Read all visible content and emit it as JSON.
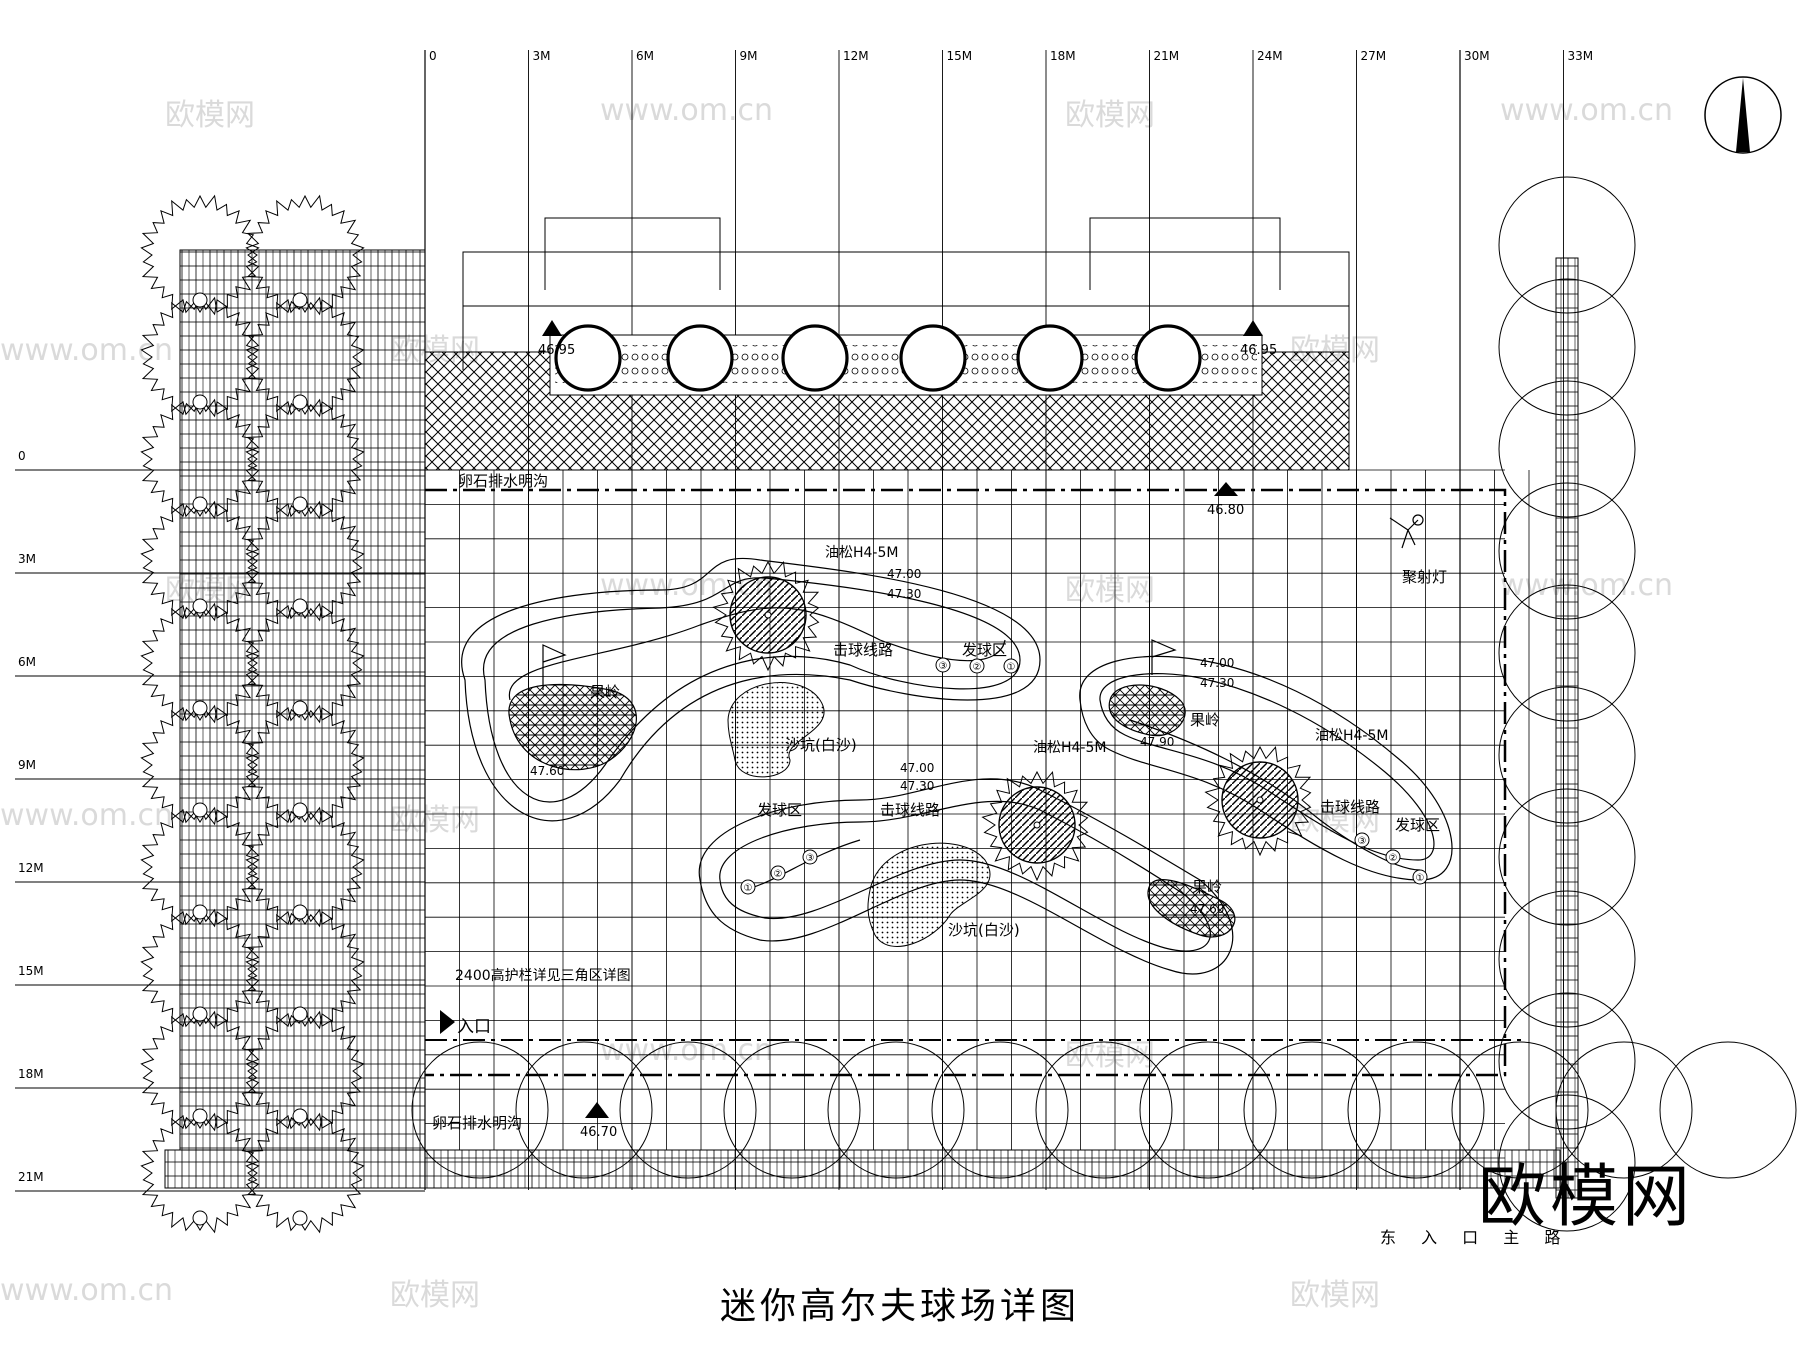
{
  "title": "迷你高尔夫球场详图",
  "top_axis_labels": [
    "0",
    "3M",
    "6M",
    "9M",
    "12M",
    "15M",
    "18M",
    "21M",
    "24M",
    "27M",
    "30M",
    "33M"
  ],
  "left_axis_labels": [
    "0",
    "3M",
    "6M",
    "9M",
    "12M",
    "15M",
    "18M",
    "21M"
  ],
  "elevations": {
    "top_left": "46.95",
    "top_right": "46.95",
    "mid": "46.80",
    "bottom": "46.70"
  },
  "annotations": {
    "drain_top": "卵石排水明沟",
    "drain_bottom": "卵石排水明沟",
    "fence": "2400高护栏详见三角区详图",
    "entrance": "入口",
    "spotlight": "聚射灯",
    "east_road": "东 入 口 主 路"
  },
  "holes": [
    {
      "pine": "油松H4-5M",
      "contour_a": "47.00",
      "contour_b": "47.30",
      "route": "击球线路",
      "tee": "发球区",
      "green": "果岭",
      "green_elev": "47.60",
      "bunker": "沙坑(白沙)"
    },
    {
      "pine": "油松H4-5M",
      "contour_a": "47.00",
      "contour_b": "47.30",
      "route": "击球线路",
      "tee": "发球区",
      "green": "果岭",
      "green_elev": "47.60",
      "bunker": "沙坑(白沙)"
    },
    {
      "pine": "油松H4-5M",
      "contour_a": "47.00",
      "contour_b": "47.30",
      "route": "击球线路",
      "tee": "发球区",
      "green": "果岭",
      "green_elev": "47.90"
    }
  ],
  "tee_markers": [
    "①",
    "②",
    "③"
  ],
  "watermark_text": "欧模网",
  "watermark_url": "www.om.cn"
}
